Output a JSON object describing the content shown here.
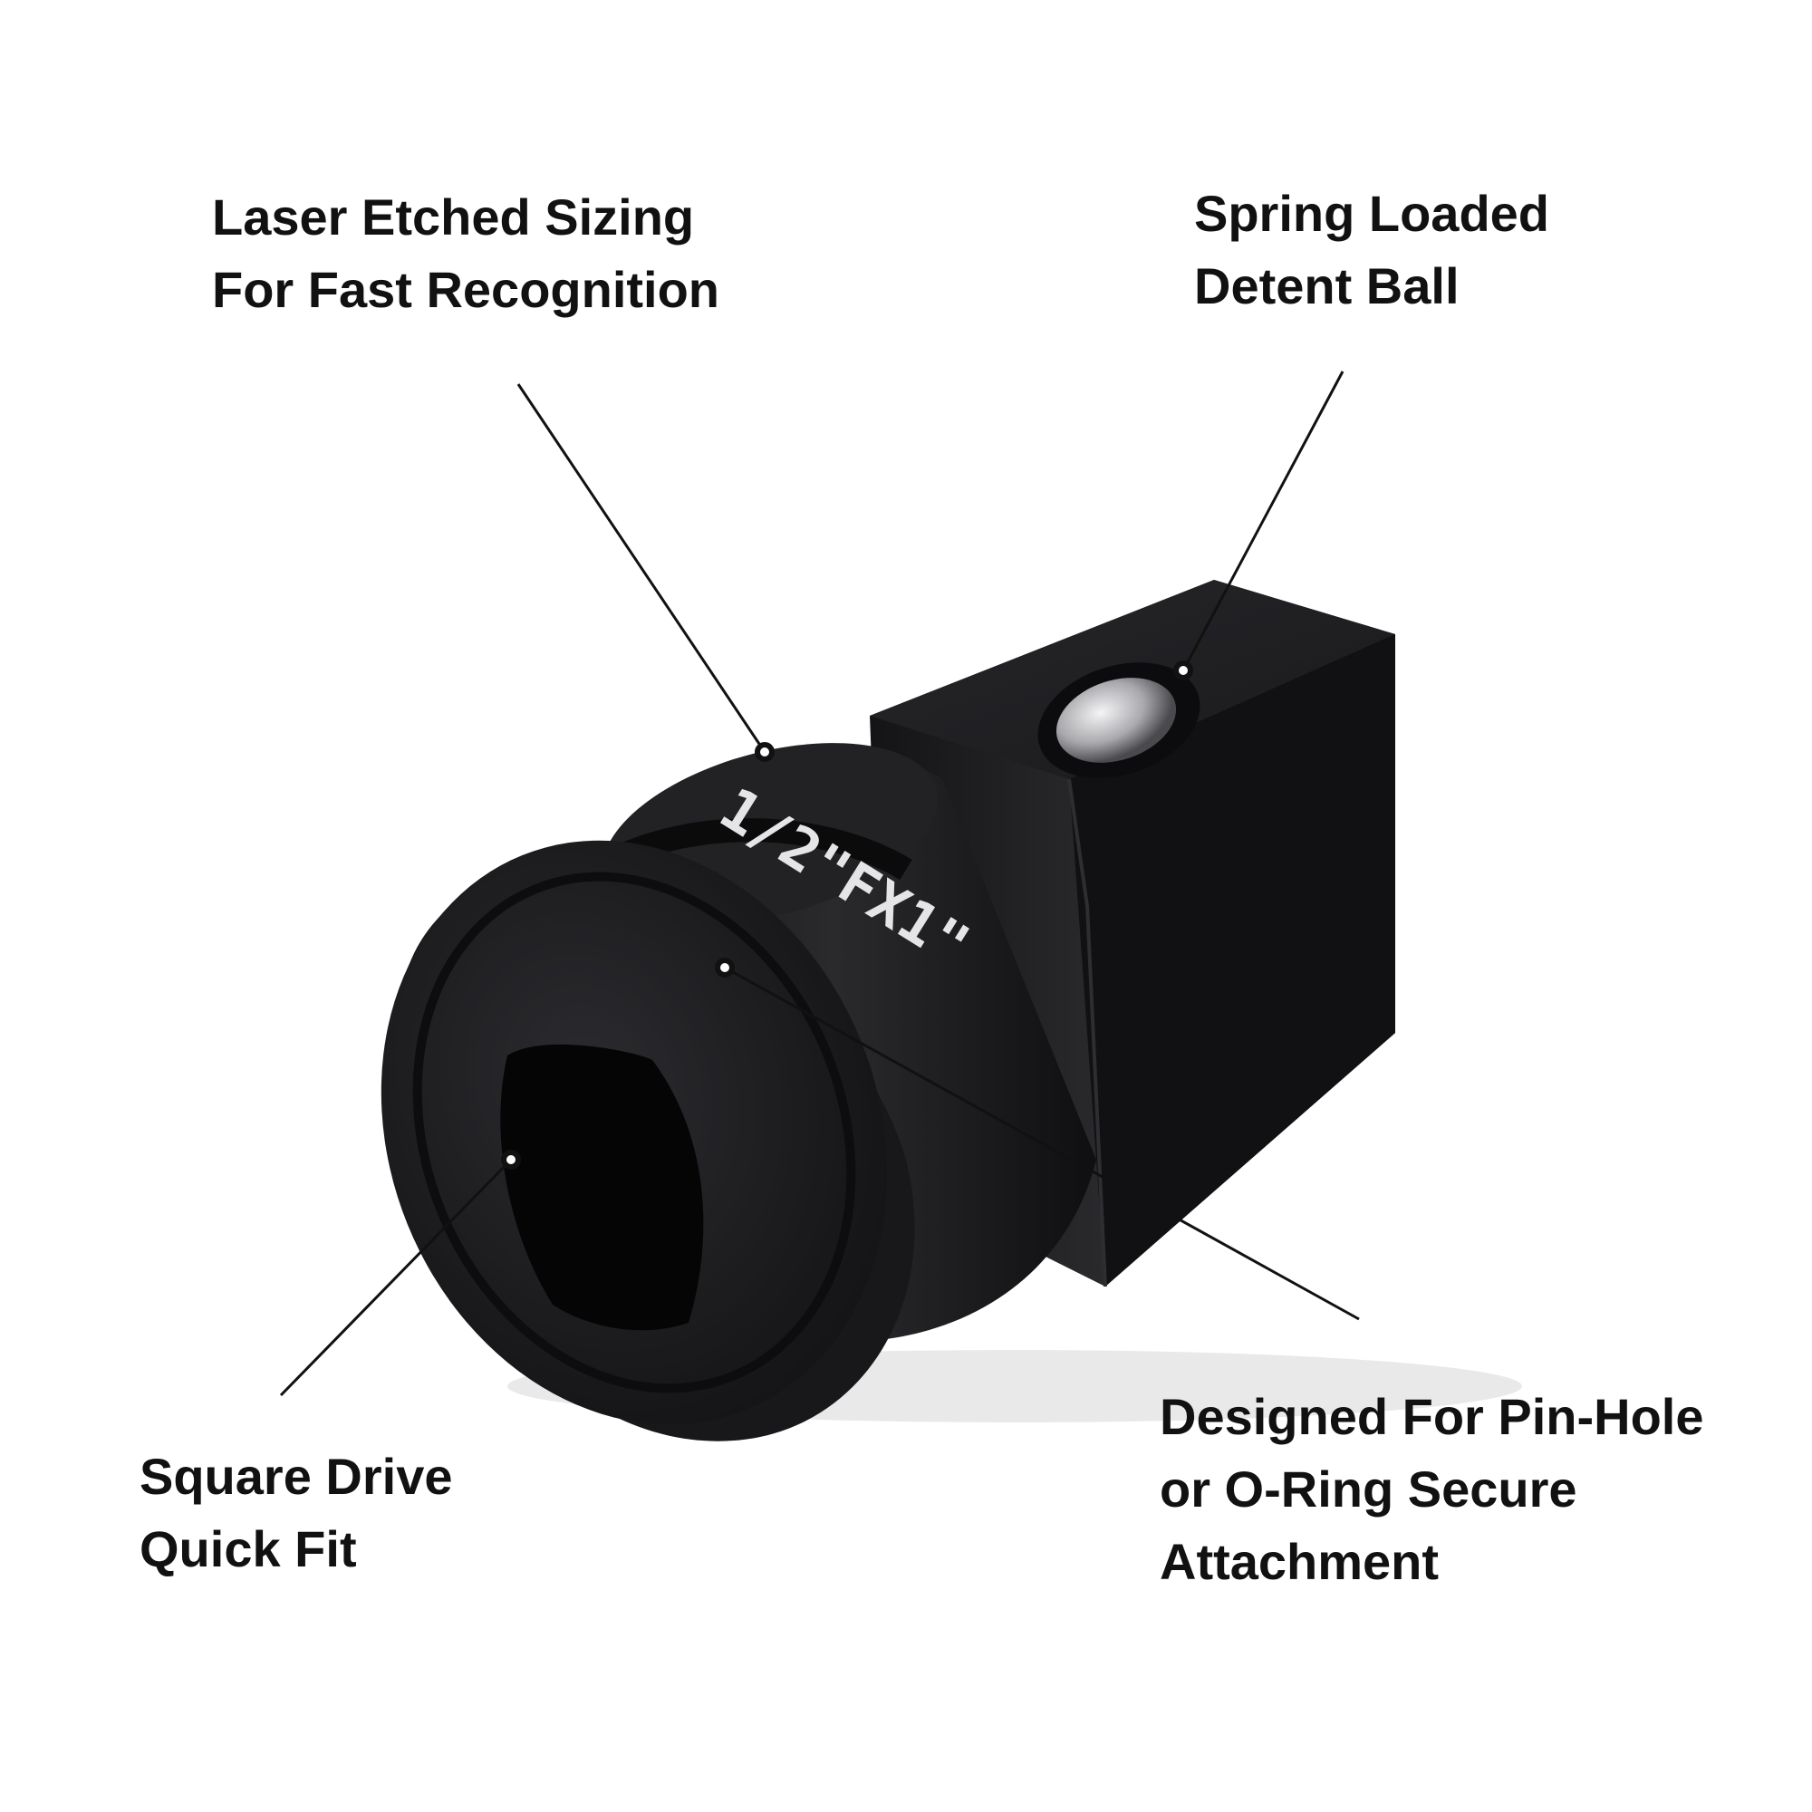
{
  "callouts": {
    "laser": {
      "line1": "Laser Etched Sizing",
      "line2": "For Fast Recognition"
    },
    "spring": {
      "line1": "Spring Loaded",
      "line2": "Detent Ball"
    },
    "square": {
      "line1": "Square Drive",
      "line2": "Quick Fit"
    },
    "pinhole": {
      "line1": "Designed For Pin-Hole",
      "line2": "or O-Ring Secure",
      "line3": "Attachment"
    }
  },
  "product": {
    "etched_marking": "1/2\"FX1\"",
    "body_color": "#1c1c1e",
    "highlight_color": "#3a3a3d",
    "ball_color": "#c9c9cc"
  },
  "colors": {
    "background": "#ffffff",
    "text": "#111111",
    "leader_line": "#111111"
  }
}
